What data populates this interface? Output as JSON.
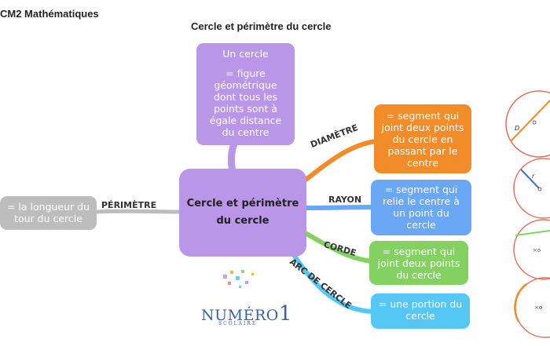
{
  "header": {
    "level": "CM2 Mathématiques",
    "title": "Cercle et périmètre du cercle"
  },
  "center": {
    "line1": "Cercle et périmètre",
    "line2": "du cercle"
  },
  "definition": {
    "title": "Un cercle",
    "text": "= figure géométrique dont tous les points sont à égale distance du centre"
  },
  "branches": {
    "perimetre": {
      "label": "PÉRIMÈTRE",
      "text": "= la longueur du tour du cercle",
      "color": "#bdbdbd"
    },
    "diametre": {
      "label": "DIAMÈTRE",
      "text": "= segment qui joint deux points du cercle en passant par le centre",
      "color": "#f28c28"
    },
    "rayon": {
      "label": "RAYON",
      "text": "= segment qui relie le centre à un point du cercle",
      "color": "#6aa7f5"
    },
    "corde": {
      "label": "CORDE",
      "text": "= segment qui joint deux points du cercle",
      "color": "#83d160"
    },
    "arc": {
      "label": "ARC DE CERCLE",
      "text": "= une portion du cercle",
      "color": "#55c7f5"
    }
  },
  "illustrations": {
    "diameter_letter": "D",
    "radius_letter": "r",
    "center_mark": "×o"
  },
  "logo": {
    "main": "NUMÉRO",
    "digit": "1",
    "sub": "SCOLAIRE"
  }
}
